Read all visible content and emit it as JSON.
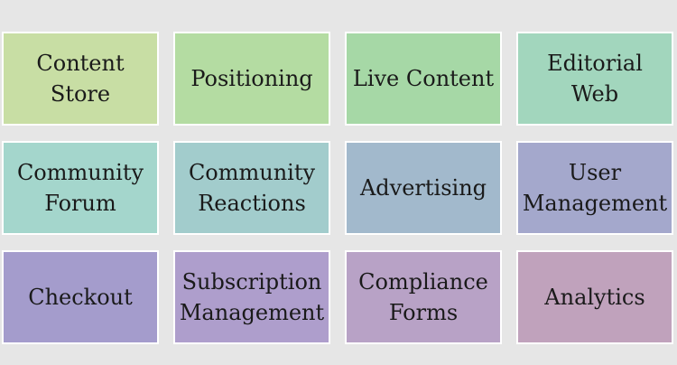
{
  "tiles": [
    {
      "label": "Content\nStore",
      "color": "#c8dea4"
    },
    {
      "label": "Positioning",
      "color": "#b4dca2"
    },
    {
      "label": "Live Content",
      "color": "#a6d8a6"
    },
    {
      "label": "Editorial\nWeb",
      "color": "#a2d6bd"
    },
    {
      "label": "Community\nForum",
      "color": "#a4d6cc"
    },
    {
      "label": "Community\nReactions",
      "color": "#a2cccc"
    },
    {
      "label": "Advertising",
      "color": "#a2b9cc"
    },
    {
      "label": "User\nManagement",
      "color": "#a4a8cc"
    },
    {
      "label": "Checkout",
      "color": "#a49ccc"
    },
    {
      "label": "Subscription\nManagement",
      "color": "#ae9ecc"
    },
    {
      "label": "Compliance\nForms",
      "color": "#b8a2c6"
    },
    {
      "label": "Analytics",
      "color": "#c0a2bc"
    }
  ]
}
